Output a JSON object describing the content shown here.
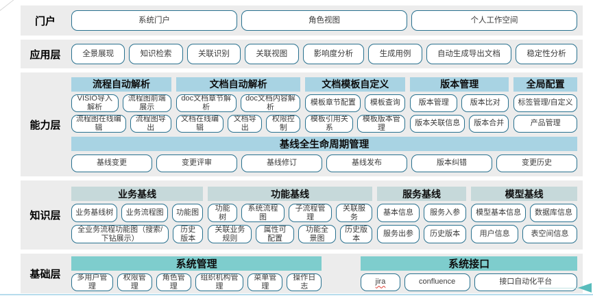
{
  "decor": {
    "bottom_line_color": "#b6dcec",
    "arrow_color": "#58bcbc",
    "pill_border_color": "#27708e",
    "capability_header_color": "#a8d3e3",
    "knowledge_header_color": "#c6d9da",
    "foundation_header_color": "#7ecdcd",
    "band_background_color": "#ececec"
  },
  "layers": {
    "portal": {
      "label": "门户",
      "items": [
        "系统门户",
        "角色视图",
        "个人工作空间"
      ]
    },
    "application": {
      "label": "应用层",
      "items": [
        "全景展现",
        "知识检索",
        "关联识别",
        "关联视图",
        "影响度分析",
        "生成用例",
        "自动生成导出文档",
        "稳定性分析"
      ]
    },
    "capability": {
      "label": "能力层",
      "groups": [
        {
          "title": "流程自动解析",
          "rows": [
            [
              "VISIO导入解析",
              "流程图前端展示"
            ],
            [
              "流程图在线编辑",
              "流程图导出"
            ]
          ]
        },
        {
          "title": "文档自动解析",
          "rows": [
            [
              "doc文档章节解析",
              "doc文档内容解析"
            ],
            [
              "文档在线编辑",
              "文档导出",
              "权限控制"
            ]
          ]
        },
        {
          "title": "文档模板自定义",
          "rows": [
            [
              "模板章节配置",
              "模板查询"
            ],
            [
              "模板引用关系",
              "模板版本管理"
            ]
          ]
        },
        {
          "title": "版本管理",
          "rows": [
            [
              "版本管理",
              "版本比对"
            ],
            [
              "版本关联信息",
              "版本合并"
            ]
          ]
        },
        {
          "title": "全局配置",
          "rows": [
            [
              "标签管理/自定义"
            ],
            [
              "产品管理"
            ]
          ]
        }
      ],
      "baseline": {
        "title": "基线全生命周期管理",
        "items": [
          "基线变更",
          "变更评审",
          "基线修订",
          "基线发布",
          "版本纠错",
          "变更历史"
        ]
      }
    },
    "knowledge": {
      "label": "知识层",
      "groups": [
        {
          "title": "业务基线",
          "rows": [
            [
              "业务基线树",
              "业务流程图",
              "功能图"
            ],
            [
              "全业务流程功能图（搜索/下钻展示）",
              "历史版本"
            ]
          ]
        },
        {
          "title": "功能基线",
          "rows": [
            [
              "功能树",
              "系统流程图",
              "子流程管理",
              "关联服务"
            ],
            [
              "关联业务规则",
              "属性可配置",
              "功能全景图",
              "历史版本"
            ]
          ]
        },
        {
          "title": "服务基线",
          "rows": [
            [
              "基本信息",
              "服务入参"
            ],
            [
              "服务出参",
              "历史版本"
            ]
          ]
        },
        {
          "title": "模型基线",
          "rows": [
            [
              "模型基本信息",
              "数据库信息"
            ],
            [
              "用户信息",
              "表空间信息"
            ]
          ]
        }
      ]
    },
    "foundation": {
      "label": "基础层",
      "groups": [
        {
          "title": "系统管理",
          "rows": [
            [
              "多用户管理",
              "权限管理",
              "角色管理",
              "组织机构管理",
              "菜单管理",
              "操作日志"
            ]
          ]
        },
        {
          "title": "系统接口",
          "rows": [
            [
              "jira",
              "confluence",
              "接口自动化平台"
            ]
          ]
        }
      ]
    }
  }
}
